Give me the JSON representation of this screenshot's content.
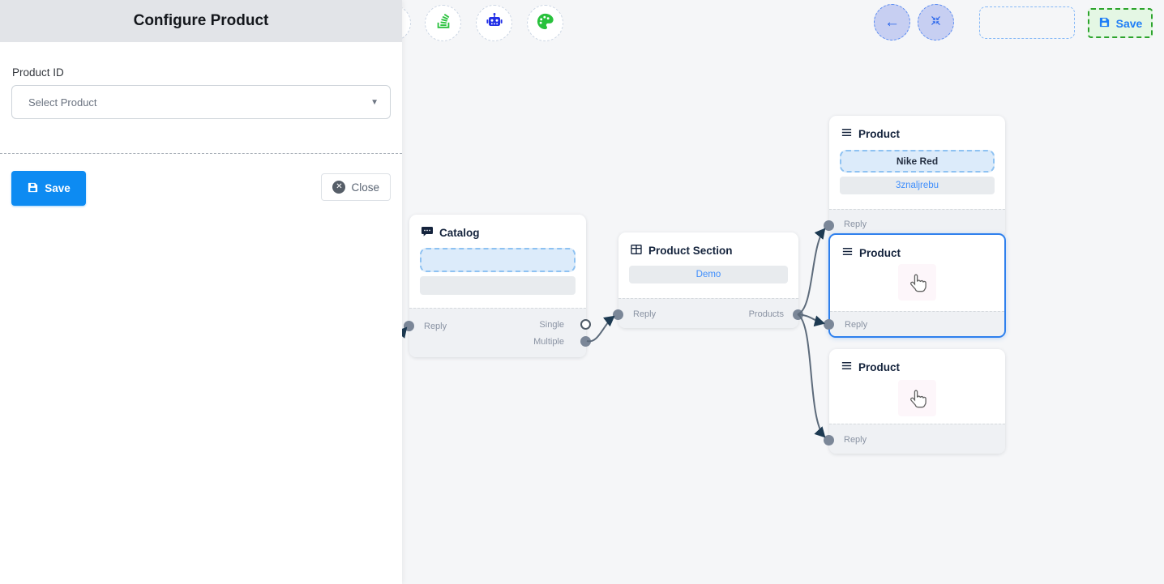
{
  "panel": {
    "title": "Configure Product",
    "product_id_label": "Product ID",
    "product_select_value": "Select Product",
    "save_label": "Save",
    "close_label": "Close"
  },
  "toolbar": {
    "icons": [
      "stack-icon",
      "robot-icon",
      "palette-icon",
      "hidden-partial-icon"
    ]
  },
  "navbar": {
    "icons": [
      "back-arrow-icon",
      "fit-view-icon"
    ],
    "save_label": "Save"
  },
  "flow": {
    "nodes": {
      "catalog": {
        "title": "Catalog",
        "reply_label": "Reply",
        "single_label": "Single",
        "multiple_label": "Multiple"
      },
      "product_section": {
        "title": "Product Section",
        "item_label": "Demo",
        "reply_label": "Reply",
        "products_label": "Products"
      },
      "product_1": {
        "title": "Product",
        "product_name": "Nike Red",
        "product_code": "3znaljrebu",
        "reply_label": "Reply"
      },
      "product_2": {
        "title": "Product",
        "reply_label": "Reply"
      },
      "product_3": {
        "title": "Product",
        "reply_label": "Reply"
      }
    }
  },
  "colors": {
    "primary_blue": "#0d8bf2",
    "link_blue": "#3f8efc",
    "selected_node_border": "#2f80ed",
    "edge_stroke": "#5d6b7b",
    "arrow_fill": "#1d3a52",
    "toolbar_green": "#28c13c",
    "robot_blue": "#2230e6",
    "save_green_border": "#2ca42c",
    "canvas_bg": "#f5f6f8",
    "panel_header_bg": "#e2e4e8"
  }
}
